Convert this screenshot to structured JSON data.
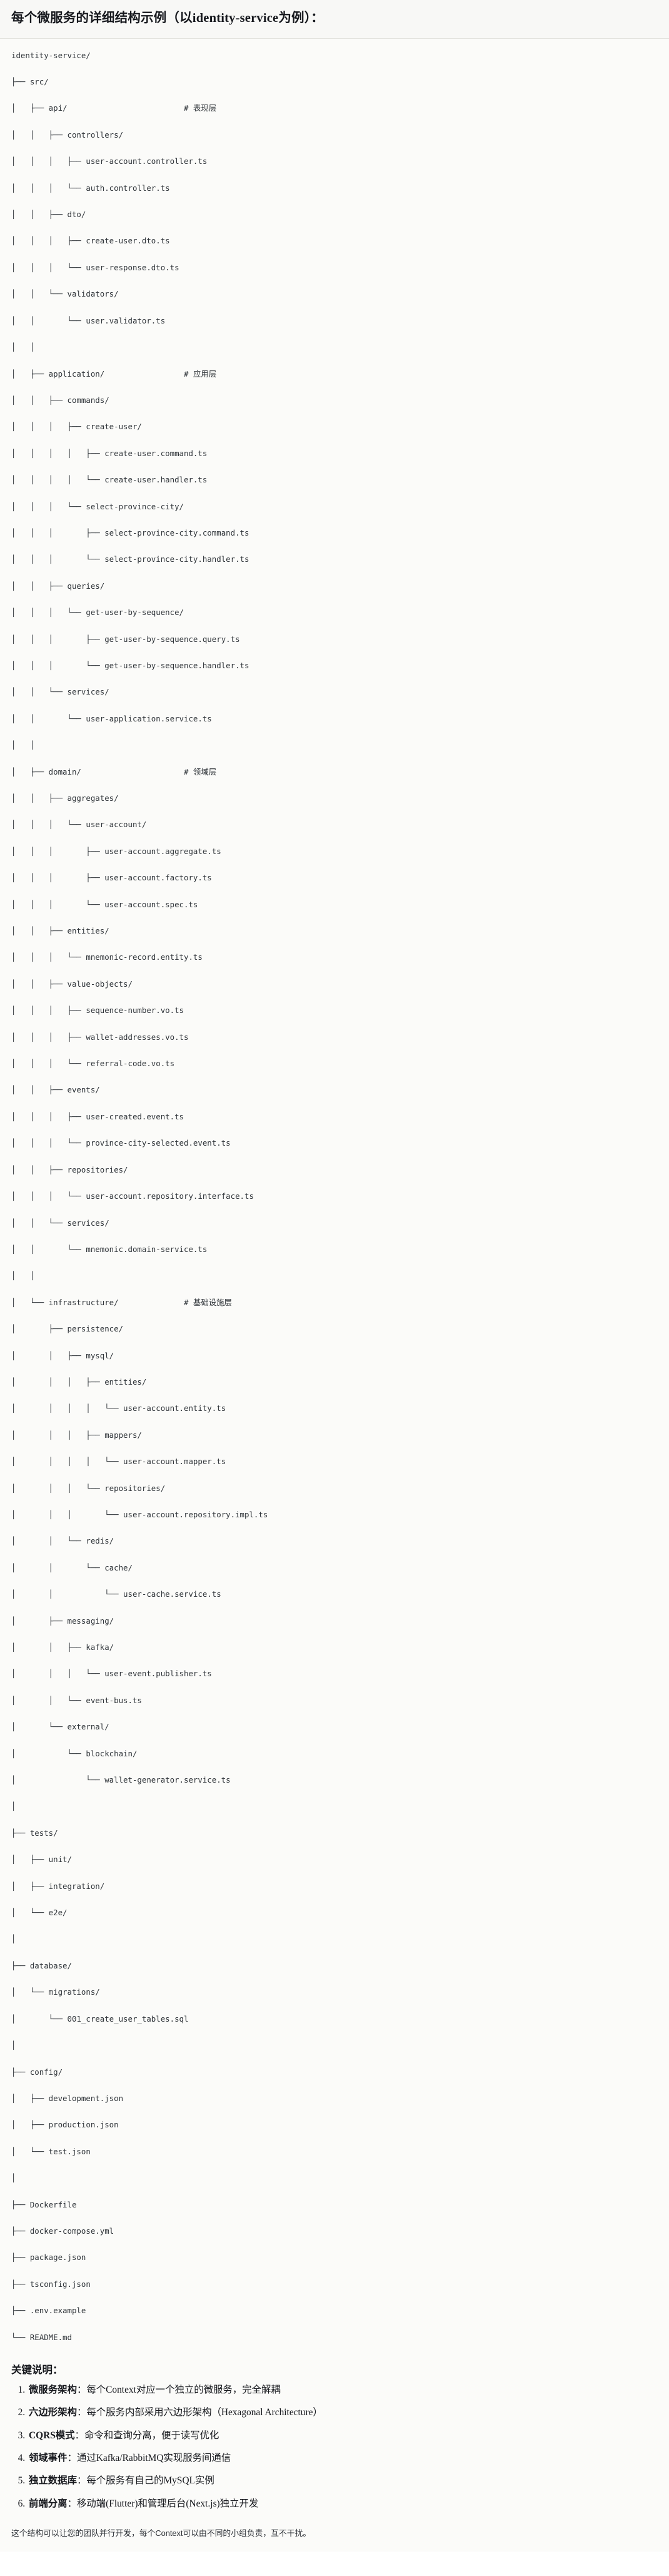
{
  "header": {
    "title": "每个微服务的详细结构示例（以identity-service为例）："
  },
  "tree": {
    "lines": [
      "identity-service/",
      "├── src/",
      "│   ├── api/                         # 表现层",
      "│   │   ├── controllers/",
      "│   │   │   ├── user-account.controller.ts",
      "│   │   │   └── auth.controller.ts",
      "│   │   ├── dto/",
      "│   │   │   ├── create-user.dto.ts",
      "│   │   │   └── user-response.dto.ts",
      "│   │   └── validators/",
      "│   │       └── user.validator.ts",
      "│   │",
      "│   ├── application/                 # 应用层",
      "│   │   ├── commands/",
      "│   │   │   ├── create-user/",
      "│   │   │   │   ├── create-user.command.ts",
      "│   │   │   │   └── create-user.handler.ts",
      "│   │   │   └── select-province-city/",
      "│   │   │       ├── select-province-city.command.ts",
      "│   │   │       └── select-province-city.handler.ts",
      "│   │   ├── queries/",
      "│   │   │   └── get-user-by-sequence/",
      "│   │   │       ├── get-user-by-sequence.query.ts",
      "│   │   │       └── get-user-by-sequence.handler.ts",
      "│   │   └── services/",
      "│   │       └── user-application.service.ts",
      "│   │",
      "│   ├── domain/                      # 领域层",
      "│   │   ├── aggregates/",
      "│   │   │   └── user-account/",
      "│   │   │       ├── user-account.aggregate.ts",
      "│   │   │       ├── user-account.factory.ts",
      "│   │   │       └── user-account.spec.ts",
      "│   │   ├── entities/",
      "│   │   │   └── mnemonic-record.entity.ts",
      "│   │   ├── value-objects/",
      "│   │   │   ├── sequence-number.vo.ts",
      "│   │   │   ├── wallet-addresses.vo.ts",
      "│   │   │   └── referral-code.vo.ts",
      "│   │   ├── events/",
      "│   │   │   ├── user-created.event.ts",
      "│   │   │   └── province-city-selected.event.ts",
      "│   │   ├── repositories/",
      "│   │   │   └── user-account.repository.interface.ts",
      "│   │   └── services/",
      "│   │       └── mnemonic.domain-service.ts",
      "│   │",
      "│   └── infrastructure/              # 基础设施层",
      "│       ├── persistence/",
      "│       │   ├── mysql/",
      "│       │   │   ├── entities/",
      "│       │   │   │   └── user-account.entity.ts",
      "│       │   │   ├── mappers/",
      "│       │   │   │   └── user-account.mapper.ts",
      "│       │   │   └── repositories/",
      "│       │   │       └── user-account.repository.impl.ts",
      "│       │   └── redis/",
      "│       │       └── cache/",
      "│       │           └── user-cache.service.ts",
      "│       ├── messaging/",
      "│       │   ├── kafka/",
      "│       │   │   └── user-event.publisher.ts",
      "│       │   └── event-bus.ts",
      "│       └── external/",
      "│           └── blockchain/",
      "│               └── wallet-generator.service.ts",
      "│",
      "├── tests/",
      "│   ├── unit/",
      "│   ├── integration/",
      "│   └── e2e/",
      "│",
      "├── database/",
      "│   └── migrations/",
      "│       └── 001_create_user_tables.sql",
      "│",
      "├── config/",
      "│   ├── development.json",
      "│   ├── production.json",
      "│   └── test.json",
      "│",
      "├── Dockerfile",
      "├── docker-compose.yml",
      "├── package.json",
      "├── tsconfig.json",
      "├── .env.example",
      "└── README.md"
    ]
  },
  "keys": {
    "title": "关键说明：",
    "items": [
      {
        "term": "微服务架构",
        "sep": "：",
        "desc": "每个Context对应一个独立的微服务，完全解耦"
      },
      {
        "term": "六边形架构",
        "sep": "：",
        "desc": "每个服务内部采用六边形架构（Hexagonal Architecture）"
      },
      {
        "term": "CQRS模式",
        "sep": "：",
        "desc": "命令和查询分离，便于读写优化"
      },
      {
        "term": "领域事件",
        "sep": "：",
        "desc": "通过Kafka/RabbitMQ实现服务间通信"
      },
      {
        "term": "独立数据库",
        "sep": "：",
        "desc": "每个服务有自己的MySQL实例"
      },
      {
        "term": "前端分离",
        "sep": "：",
        "desc": "移动端(Flutter)和管理后台(Next.js)独立开发"
      }
    ]
  },
  "footer": {
    "note": "这个结构可以让您的团队并行开发，每个Context可以由不同的小组负责，互不干扰。"
  }
}
